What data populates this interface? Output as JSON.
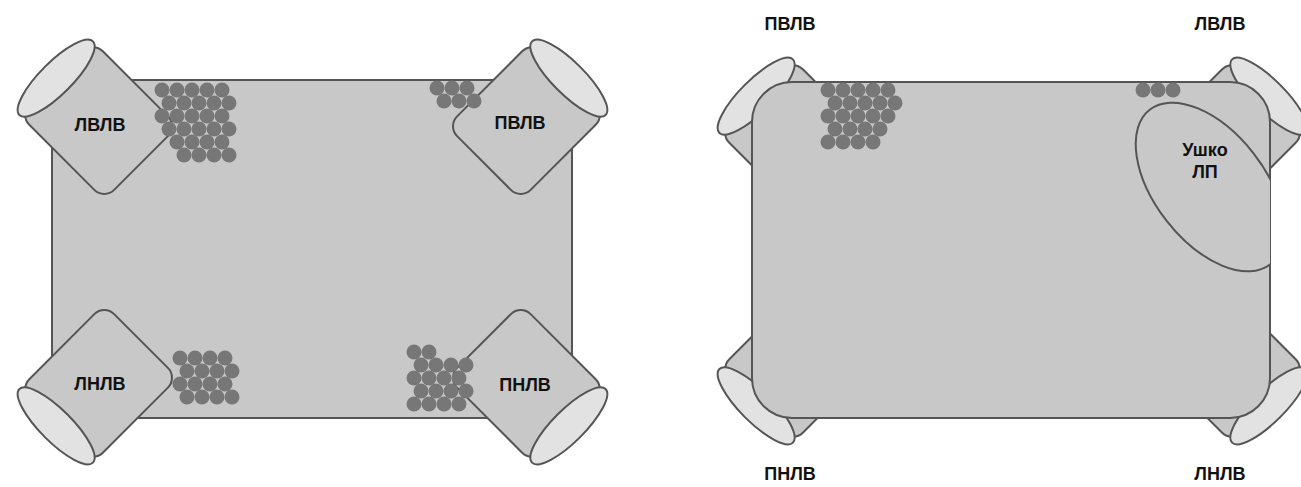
{
  "diagram": {
    "nodes": [
      {
        "text": [
          "ЛВЛВ"
        ]
      },
      {
        "text": [
          "ПВЛВ"
        ]
      },
      {
        "text": [
          "ЛНЛВ"
        ]
      },
      {
        "text": [
          "ПНЛВ"
        ]
      },
      {
        "text": [
          "Ушко ЛП"
        ]
      }
    ],
    "labels": [
      "ПВЛВ",
      "ЛВЛВ",
      "ПНЛВ",
      "ЛНЛВ"
    ]
  }
}
